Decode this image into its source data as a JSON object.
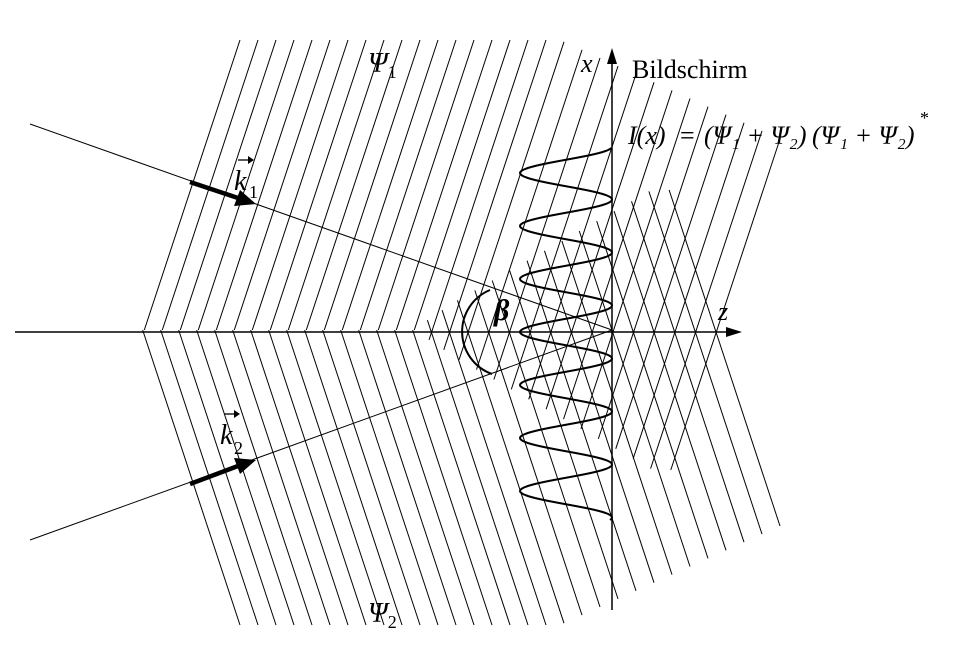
{
  "diagram": {
    "screen_label": "Bildschirm",
    "axis_x_label": "x",
    "axis_z_label": "z",
    "wave1_label": {
      "base": "Ψ",
      "sub": "1"
    },
    "wave2_label": {
      "base": "Ψ",
      "sub": "2"
    },
    "wavevector1_label": {
      "base": "k",
      "sub": "1"
    },
    "wavevector2_label": {
      "base": "k",
      "sub": "2"
    },
    "angle_label": "β",
    "formula": {
      "lhs": "I(x)",
      "eq": "=",
      "rhs1": "(Ψ₁ + Ψ₂)",
      "rhs2": "(Ψ₁ + Ψ₂)",
      "sup": "*"
    },
    "colors": {
      "ink": "#000000",
      "background": "#ffffff"
    }
  }
}
